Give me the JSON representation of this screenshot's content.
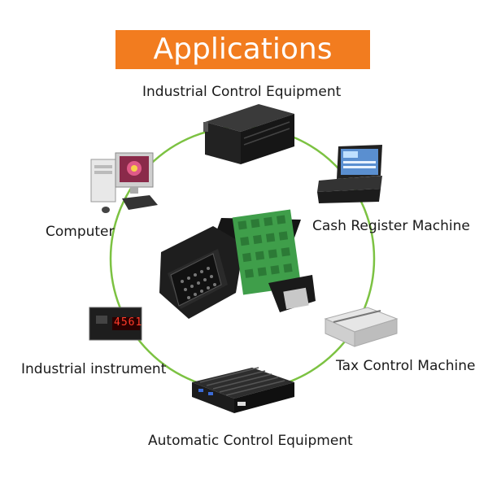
{
  "title": "Applications",
  "labels": {
    "industrial_control": "Industrial Control Equipment",
    "computer": "Computer",
    "cash_register": "Cash Register Machine",
    "industrial_instrument": "Industrial instrument",
    "tax_control": "Tax Control Machine",
    "automatic_control": "Automatic Control Equipment",
    "instrument_display": "4561"
  },
  "icons": {
    "center": "db15-terminal-adapter-icon",
    "server": "rack-server-icon",
    "computer": "desktop-computer-icon",
    "cash_register": "laptop-terminal-icon",
    "instrument": "panel-meter-icon",
    "printer": "dot-matrix-printer-icon",
    "industrial_pc": "fanless-industrial-pc-icon"
  },
  "colors": {
    "banner": "#f27c1f",
    "circle": "#7cc242",
    "terminal_block": "#3f9e4a"
  }
}
